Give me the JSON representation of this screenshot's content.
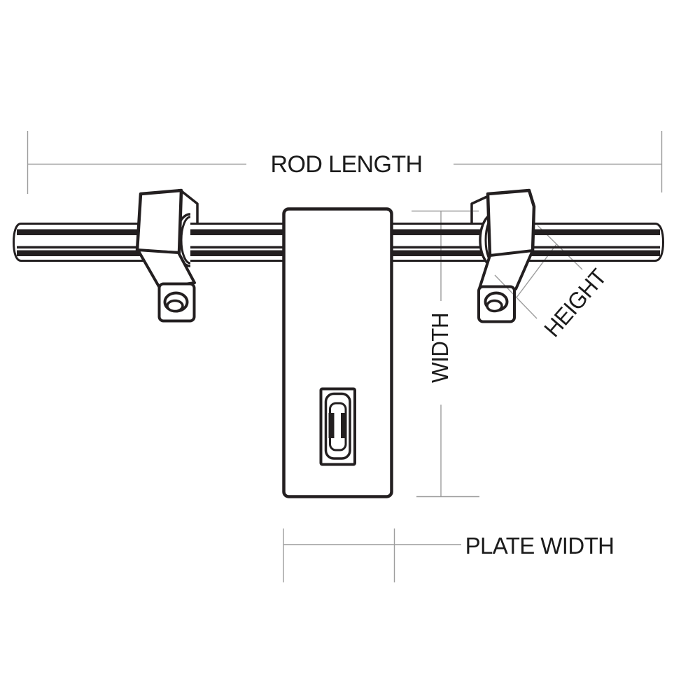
{
  "diagram": {
    "title": "Door latch (aldrop) dimension diagram",
    "type": "technical-line-drawing",
    "labels": {
      "rod_length": "ROD LENGTH",
      "width": "WIDTH",
      "height": "HEIGHT",
      "plate_width": "PLATE WIDTH"
    },
    "parts": [
      "rod",
      "left-mounting-bracket",
      "right-mounting-bracket",
      "latch-plate",
      "plate-slot"
    ],
    "colors": {
      "background": "#ffffff",
      "ink": "#231f20",
      "dimension_line": "#9c9c9c",
      "label_text": "#1b1b1b"
    }
  }
}
